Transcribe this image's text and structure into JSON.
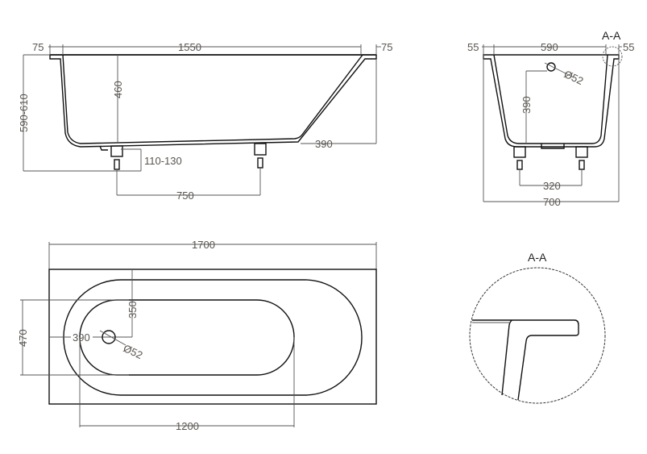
{
  "side_view": {
    "dims": {
      "rim_left": "75",
      "length_inner": "1550",
      "rim_right": "75",
      "depth": "460",
      "height": "590-610",
      "leg_height": "110-130",
      "leg_spacing": "750",
      "slope_offset": "390"
    }
  },
  "end_view": {
    "section_label": "A-A",
    "dims": {
      "rim_left": "55",
      "width_inner": "590",
      "rim_right": "55",
      "drain_diameter": "Ø52",
      "drain_height": "390",
      "leg_spacing": "320",
      "width_total": "700"
    }
  },
  "plan_view": {
    "dims": {
      "length_total": "1700",
      "width_inner": "470",
      "drain_from_edge": "350",
      "drain_from_end": "390",
      "drain_diameter": "Ø52",
      "bottom_length": "1200"
    }
  },
  "detail_view": {
    "title": "A-A"
  }
}
